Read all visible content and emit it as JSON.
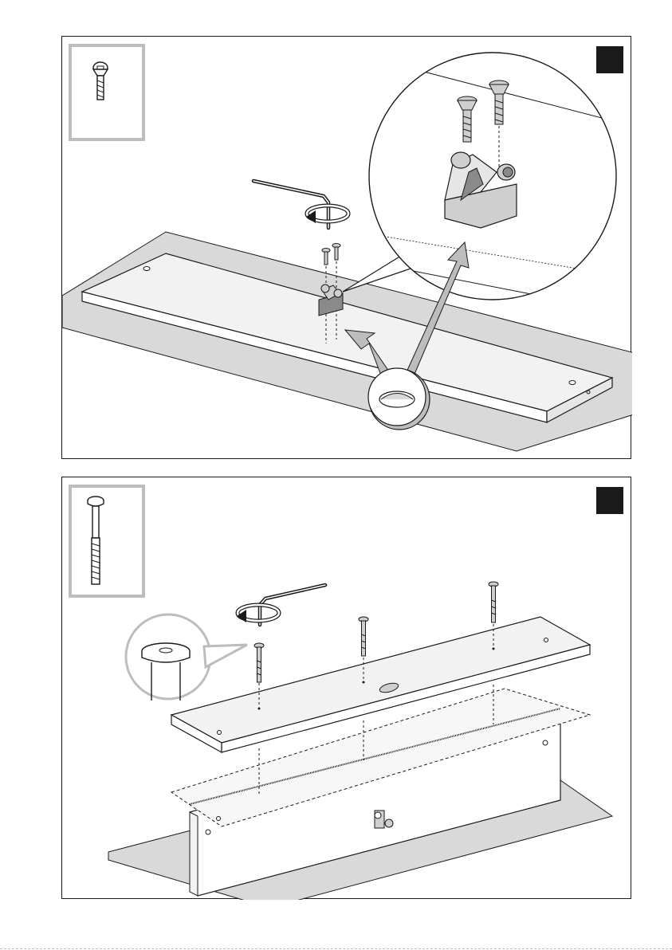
{
  "steps": [
    {
      "part": "short-countersunk-screw",
      "tools": [
        "hex-key"
      ],
      "fasteners": 2
    },
    {
      "part": "long-connector-bolt",
      "tools": [
        "hex-key"
      ],
      "fasteners": 3
    }
  ],
  "colors": {
    "line": "#1a1a1a",
    "panel_fill": "#f2f2f2",
    "floor_fill": "#d9d9d9",
    "part_fill": "#cfcfcf",
    "part_dark": "#8a8a8a",
    "arrow_fill": "#bdbdbd",
    "background": "#ffffff"
  }
}
